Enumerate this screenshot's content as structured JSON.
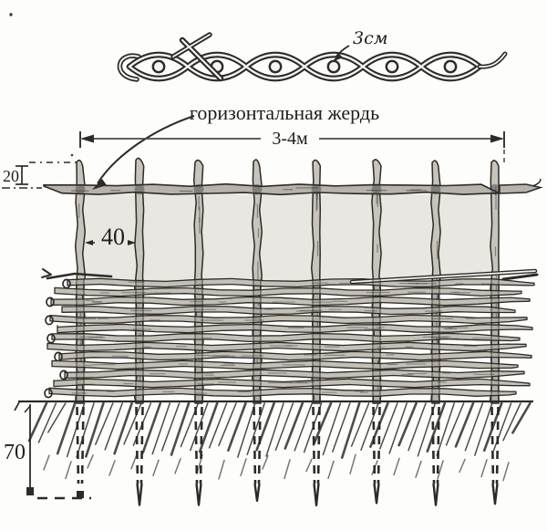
{
  "diagram": {
    "detail_label": "3см",
    "pole_label": "горизонтальная жердь",
    "width_label": "3-4м",
    "overhang_label": "20",
    "spacing_label": "40",
    "depth_label": "70"
  },
  "colors": {
    "ink": "#2d2b27",
    "paper": "#fdfdfc",
    "panel_fill": "#e8e7e2",
    "wood_fill": "#c4c0b7",
    "pole_fill": "#b7b3ab",
    "stake_fill": "#c8c4bb",
    "hatch": "#3f3d38",
    "dim_line": "#4b4a46"
  }
}
